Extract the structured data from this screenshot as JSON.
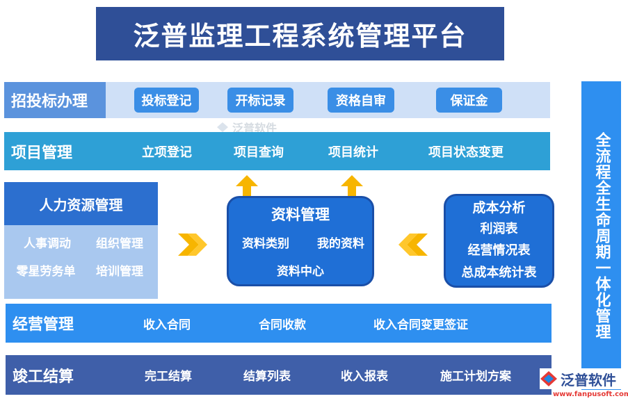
{
  "title": "泛普监理工程系统管理平台",
  "bidding": {
    "label": "招投标办理",
    "items": [
      "投标登记",
      "开标记录",
      "资格自审",
      "保证金"
    ]
  },
  "project": {
    "label": "项目管理",
    "items": [
      "立项登记",
      "项目查询",
      "项目统计",
      "项目状态变更"
    ]
  },
  "hr": {
    "label": "人力资源管理",
    "items": [
      "人事调动",
      "组织管理",
      "零星劳务单",
      "培训管理"
    ]
  },
  "docs": {
    "label": "资料管理",
    "items": [
      "资料类别",
      "我的资料",
      "资料中心"
    ]
  },
  "cost": {
    "label": "成本分析",
    "items": [
      "利润表",
      "经营情况表",
      "总成本统计表"
    ]
  },
  "operation": {
    "label": "经营管理",
    "items": [
      "收入合同",
      "合同收款",
      "收入合同变更签证"
    ]
  },
  "completion": {
    "label": "竣工结算",
    "items": [
      "完工结算",
      "结算列表",
      "收入报表",
      "施工计划方案"
    ]
  },
  "side": {
    "label": "全流程全生命周期一体化管理"
  },
  "watermark": {
    "text": "泛普软件"
  },
  "brand": {
    "name": "泛普软件",
    "url": "www.fanpusoft.com"
  },
  "colors": {
    "title_bg": "#2f4f97",
    "accent_blue": "#2e8ff0",
    "arrow": "#f7b500"
  }
}
